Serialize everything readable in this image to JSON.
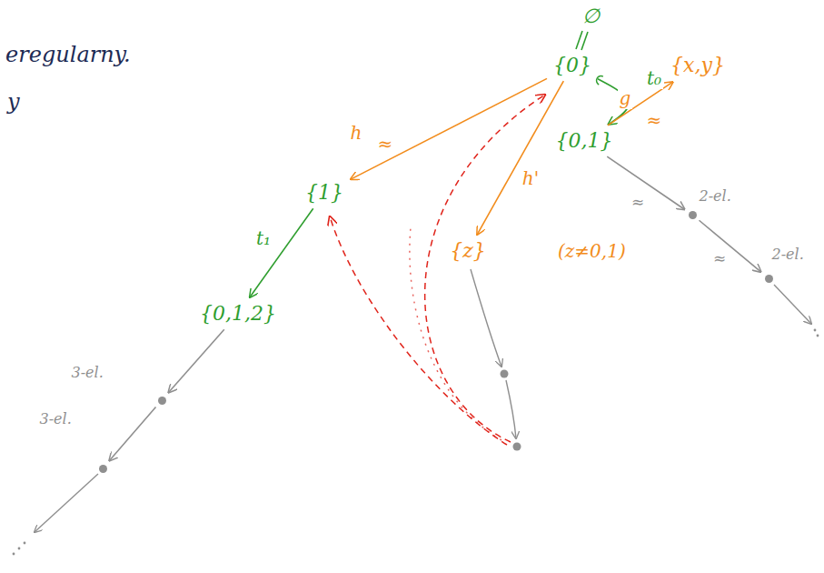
{
  "diagram": {
    "nodes": [
      {
        "text": [
          "{0}"
        ]
      },
      {
        "text": [
          "{0,1}"
        ]
      },
      {
        "text": [
          "{x,y}"
        ]
      },
      {
        "text": [
          "{1}"
        ]
      },
      {
        "text": [
          "{z}"
        ]
      },
      {
        "text": [
          "{0,1,2}"
        ]
      },
      {
        "text": [
          "2-el."
        ]
      },
      {
        "text": [
          "2-el."
        ]
      },
      {
        "text": [
          "3-el."
        ]
      },
      {
        "text": [
          "3-el."
        ]
      }
    ],
    "edges": [
      {
        "from": 0,
        "to": 1,
        "arrow": "to",
        "label": "t₀"
      },
      {
        "from": 1,
        "to": 2,
        "arrow": "to",
        "label": "g"
      },
      {
        "from": 0,
        "to": 3,
        "arrow": "to",
        "label": "h"
      },
      {
        "from": 0,
        "to": 4,
        "arrow": "to",
        "label": "h'"
      },
      {
        "from": 3,
        "to": 5,
        "arrow": "to",
        "label": "t₁"
      },
      {
        "from": 1,
        "to": 6,
        "arrow": "to",
        "label": "≈"
      },
      {
        "from": 6,
        "to": 7,
        "arrow": "to",
        "label": "≈"
      },
      {
        "from": 5,
        "to": 8,
        "arrow": "to"
      },
      {
        "from": 8,
        "to": 9,
        "arrow": "to"
      }
    ],
    "labels": [
      "eregularny.",
      "y",
      "∅",
      "≈",
      "≈",
      "(z≠0,1)"
    ]
  }
}
